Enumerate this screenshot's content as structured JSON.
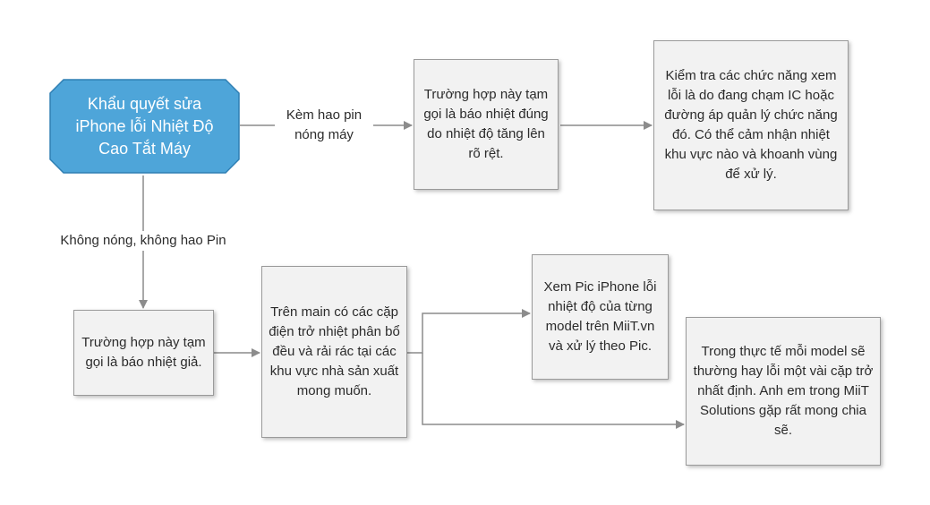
{
  "start": {
    "label": "Khẩu quyết sửa iPhone lỗi Nhiệt Độ Cao Tắt Máy",
    "color": "#4ea5d9"
  },
  "nodes": {
    "real_heat": "Trường hợp này tạm gọi là báo nhiệt đúng do nhiệt độ tăng lên rõ rệt.",
    "check_functions": "Kiểm tra các chức năng xem lỗi là do đang chạm IC hoặc đường áp quản lý chức năng đó. Có thể cảm nhận nhiệt khu vực nào và khoanh vùng để xử lý.",
    "fake_heat": "Trường hợp này tạm gọi là báo nhiệt giả.",
    "thermistors": "Trên main có các cặp điện trở nhiệt phân bổ đều và rải rác tại các khu vực nhà sản xuất mong muốn.",
    "see_pic": "Xem Pic iPhone lỗi nhiệt độ của từng model trên MiiT.vn và xử lý theo Pic.",
    "practice": "Trong thực tế mỗi model sẽ thường hay lỗi một vài cặp trở nhất định. Anh em trong MiiT Solutions gặp rất mong chia sẽ."
  },
  "edge_labels": {
    "hot": "Kèm hao pin nóng máy",
    "not_hot": "Không nóng, không hao Pin"
  },
  "colors": {
    "line": "#8c8c8c",
    "box_fill": "#f2f2f2",
    "box_border": "#9a9a9a"
  }
}
